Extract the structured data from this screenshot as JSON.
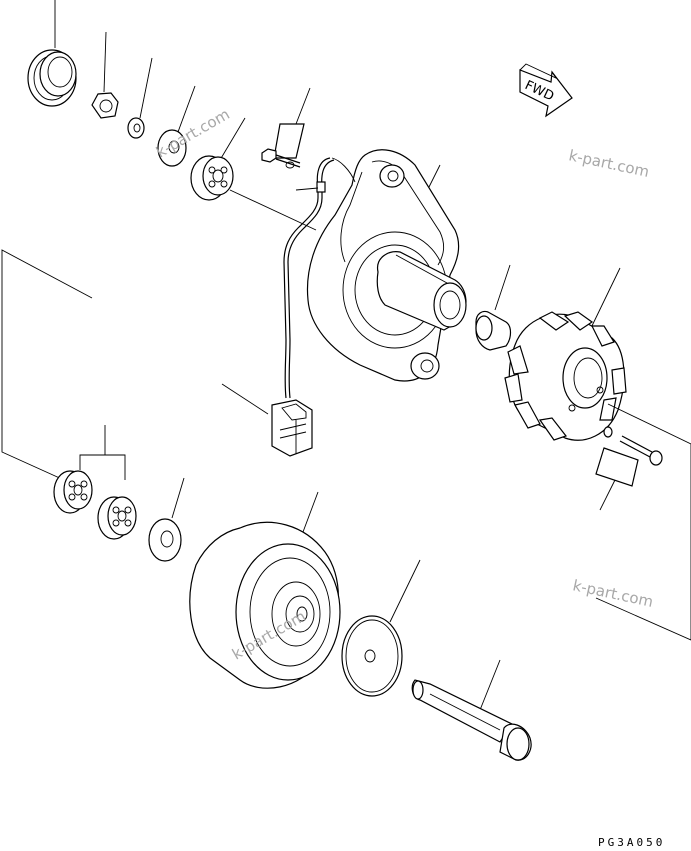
{
  "watermarks": [
    "k-part.com",
    "k-part.com",
    "k-part.com",
    "k-part.com"
  ],
  "direction_arrow": {
    "label": "FWD"
  },
  "drawing_code": "PG3A050"
}
